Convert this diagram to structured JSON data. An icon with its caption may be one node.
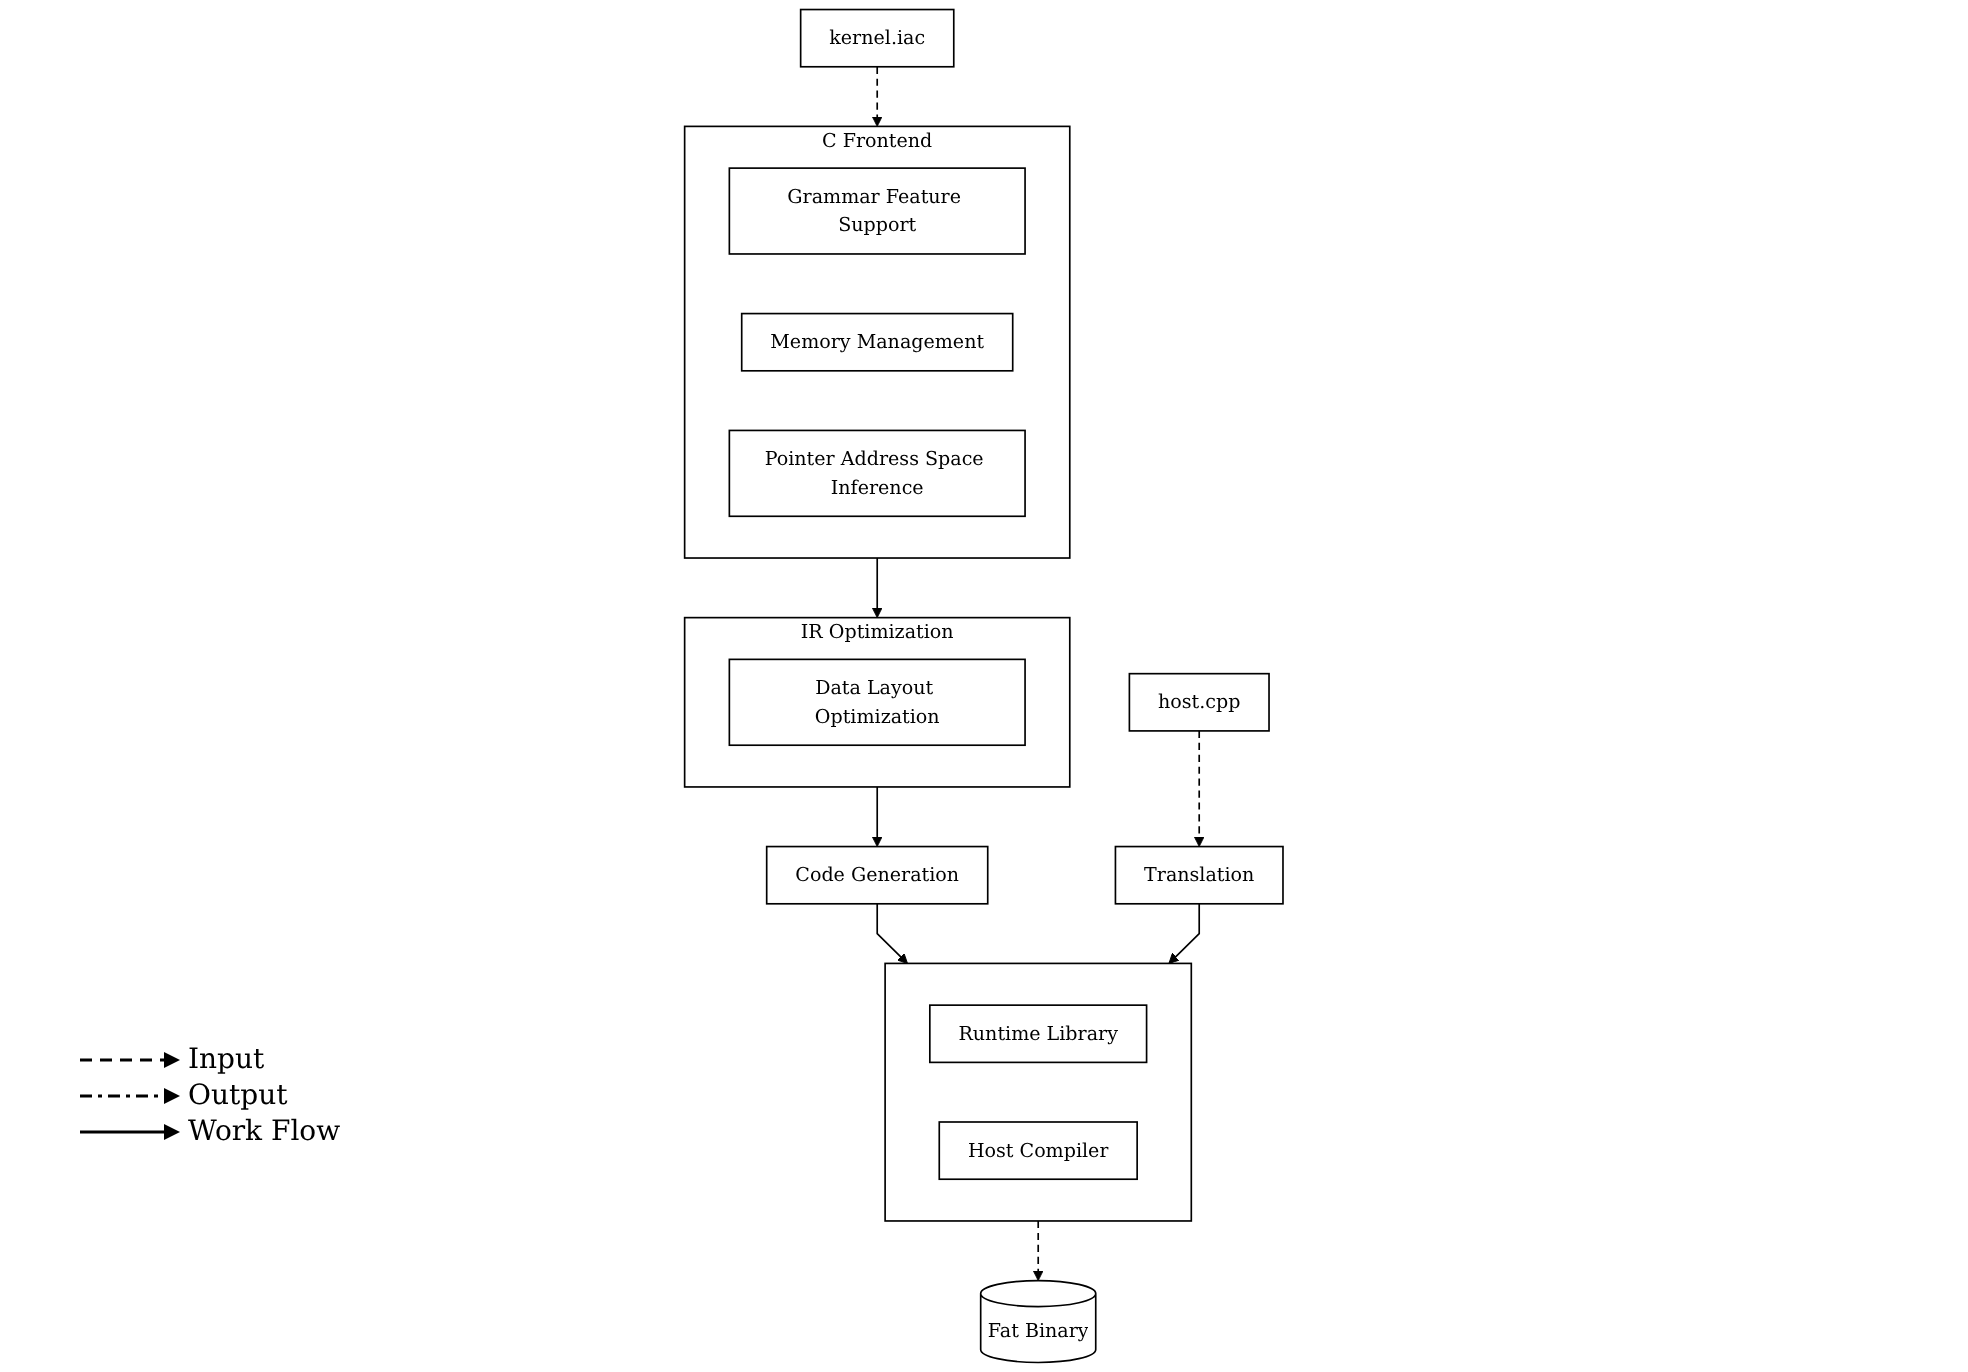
{
  "diagram": {
    "nodes": [
      {
        "text": [
          "kernel.iac"
        ]
      },
      {
        "text": [
          "C Frontend"
        ]
      },
      {
        "text": [
          "Grammar Feature Support"
        ],
        "in": 1
      },
      {
        "text": [
          "Memory Management"
        ],
        "in": 1
      },
      {
        "text": [
          "Pointer Address Space Inference"
        ],
        "in": 1
      },
      {
        "text": [
          "IR Optimization"
        ]
      },
      {
        "text": [
          "Data Layout Optimization"
        ],
        "in": 5
      },
      {
        "text": [
          "Code Generation"
        ]
      },
      {
        "text": [
          "host.cpp"
        ]
      },
      {
        "text": [
          "Translation"
        ]
      },
      {
        "text": [],
        "shape": "box"
      },
      {
        "text": [
          "Runtime Library"
        ],
        "in": 10
      },
      {
        "text": [
          "Host Compiler"
        ],
        "in": 10
      },
      {
        "text": [
          "Fat Binary"
        ]
      }
    ],
    "edges": [
      {
        "from": 0,
        "to": 1,
        "arrow": "to",
        "style": "dashed"
      },
      {
        "from": 1,
        "to": 5,
        "arrow": "to"
      },
      {
        "from": 5,
        "to": 7,
        "arrow": "to"
      },
      {
        "from": 8,
        "to": 9,
        "arrow": "to",
        "style": "dashed"
      },
      {
        "from": 7,
        "to": 10,
        "arrow": "to"
      },
      {
        "from": 9,
        "to": 10,
        "arrow": "to"
      },
      {
        "from": 10,
        "to": 13,
        "arrow": "to",
        "style": "dashed"
      }
    ],
    "legend": [
      {
        "text": "Input"
      },
      {
        "text": "Output"
      },
      {
        "text": "Work Flow"
      }
    ]
  }
}
